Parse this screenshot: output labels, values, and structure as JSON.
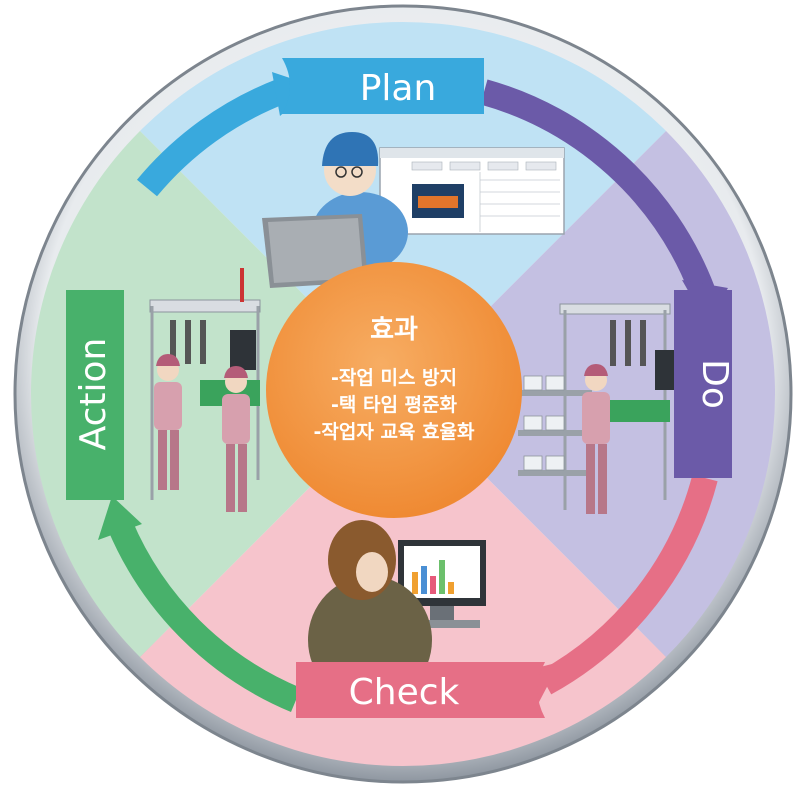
{
  "cycle": {
    "plan_label": "Plan",
    "do_label": "Do",
    "check_label": "Check",
    "action_label": "Action"
  },
  "center": {
    "title": "효과",
    "items": [
      "-작업 미스 방지",
      "-택 타임 평준화",
      "-작업자 교육 효율화"
    ]
  },
  "colors": {
    "plan_bg": "#bfe2f4",
    "do_bg": "#c4c0e2",
    "check_bg": "#f6c4cc",
    "action_bg": "#c2e3cb",
    "plan_arrow": "#39a9dd",
    "do_arrow": "#6b5aa8",
    "check_arrow": "#e66f86",
    "action_arrow": "#48b16b",
    "center_fill": "#f39a45",
    "outer_ring": "#8e96a0"
  }
}
